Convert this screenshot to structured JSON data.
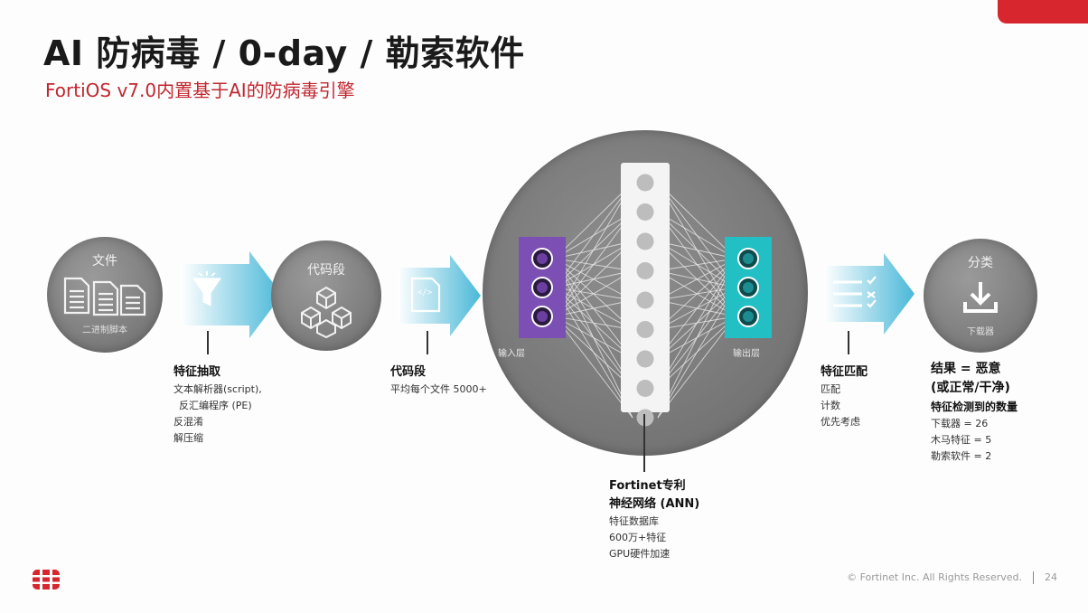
{
  "slide": {
    "title": "AI 防病毒 / 0-day / 勒索软件",
    "subtitle": "FortiOS v7.0内置基于AI的防病毒引擎",
    "accent_color": "#d8262f",
    "page_number": "24",
    "copyright": "© Fortinet Inc. All Rights Reserved."
  },
  "nodes": {
    "file": {
      "label": "文件",
      "sub": "二进制脚本",
      "icon": "documents-icon"
    },
    "code": {
      "label": "代码段",
      "icon": "cubes-icon"
    },
    "network": {
      "input_label": "输入层",
      "output_label": "输出层"
    },
    "classify": {
      "label": "分类",
      "sub": "下载器",
      "icon": "download-icon"
    }
  },
  "steps": {
    "extract": {
      "title": "特征抽取",
      "lines": [
        "文本解析器(script),",
        "反汇编程序 (PE)",
        "反混淆",
        "解压缩"
      ]
    },
    "segments": {
      "title": "代码段",
      "lines": [
        "平均每个文件 5000+"
      ]
    },
    "ann": {
      "title1": "Fortinet专利",
      "title2": "神经网络 (ANN)",
      "lines": [
        "特征数据库",
        "600万+特征",
        "GPU硬件加速"
      ]
    },
    "match": {
      "title": "特征匹配",
      "lines": [
        "匹配",
        "计数",
        "优先考虑"
      ]
    },
    "result": {
      "title1": "结果 = 恶意",
      "title2": "(或正常/干净)",
      "title3": "特征检测到的数量",
      "lines": [
        "下载器 = 26",
        "木马特征 =  5",
        "勒索软件 = 2"
      ]
    }
  }
}
